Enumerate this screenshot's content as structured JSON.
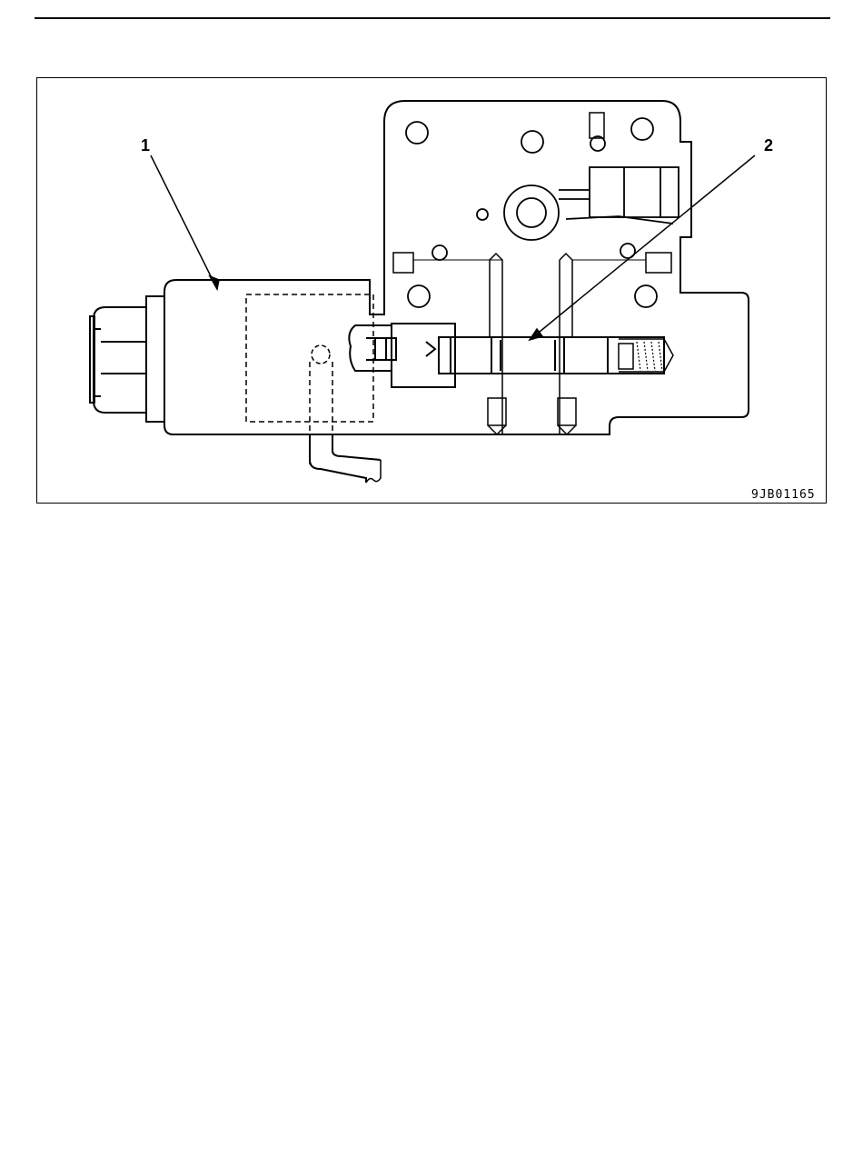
{
  "figure": {
    "callouts": [
      {
        "label": "1",
        "part": "solenoid"
      },
      {
        "label": "2",
        "part": "spool"
      }
    ],
    "code": "9JB01165"
  }
}
